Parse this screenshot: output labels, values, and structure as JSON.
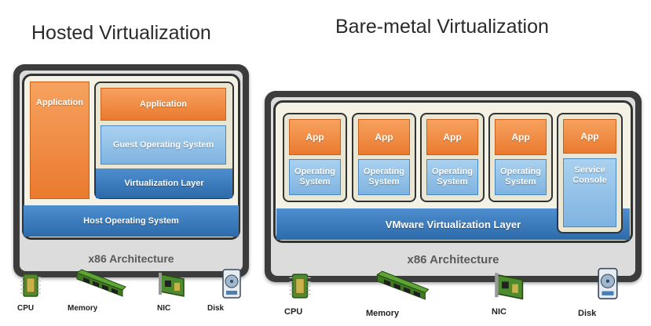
{
  "hosted": {
    "title": "Hosted Virtualization",
    "application_left": "Application",
    "application_right": "Application",
    "guest_os": "Guest Operating System",
    "virtualization_layer": "Virtualization Layer",
    "host_os": "Host Operating System",
    "architecture": "x86 Architecture",
    "hardware": [
      "CPU",
      "Memory",
      "NIC",
      "Disk"
    ]
  },
  "baremetal": {
    "title": "Bare-metal Virtualization",
    "vms": [
      {
        "app": "App",
        "os": "Operating System"
      },
      {
        "app": "App",
        "os": "Operating System"
      },
      {
        "app": "App",
        "os": "Operating System"
      },
      {
        "app": "App",
        "os": "Operating System"
      }
    ],
    "service_console": {
      "app": "App",
      "label": "Service Console"
    },
    "layer": "VMware Virtualization Layer",
    "architecture": "x86 Architecture",
    "hardware": [
      "CPU",
      "Memory",
      "NIC",
      "Disk"
    ]
  },
  "colors": {
    "app_orange": "#ea7a2f",
    "os_light_blue": "#8fc0e8",
    "layer_blue": "#3a7abd",
    "hardware_dark": "#3c3c3c",
    "chip_green": "#4e8b2f"
  },
  "icons": [
    "cpu-chip-icon",
    "memory-module-icon",
    "nic-card-icon",
    "disk-drive-icon"
  ]
}
